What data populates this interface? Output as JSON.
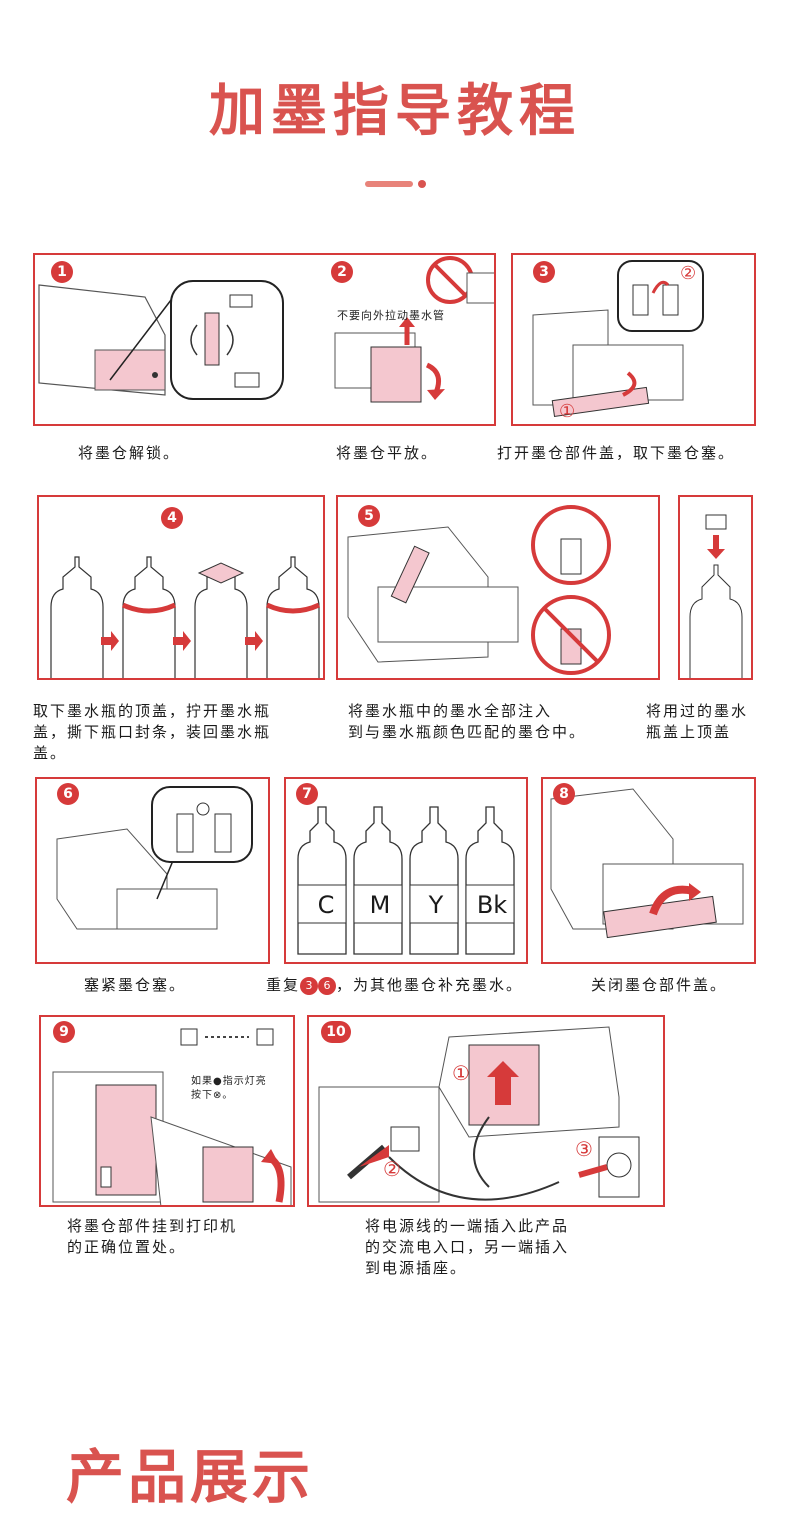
{
  "page": {
    "title": "加墨指导教程",
    "bottom_title": "产品展示"
  },
  "colors": {
    "accent": "#d63a3a",
    "title": "#d9534f",
    "pink_fill": "#f4c7cf"
  },
  "steps": [
    {
      "number": "1",
      "caption": "将墨仓解锁。"
    },
    {
      "number": "2",
      "caption": "将墨仓平放。",
      "note": "不要向外拉动墨水管"
    },
    {
      "number": "3",
      "caption": "打开墨仓部件盖，取下墨仓塞。"
    },
    {
      "number": "4",
      "caption": "取下墨水瓶的顶盖，拧开墨水瓶\n盖，撕下瓶口封条，装回墨水瓶\n盖。"
    },
    {
      "number": "5",
      "caption": "将墨水瓶中的墨水全部注入\n到与墨水瓶颜色匹配的墨仓中。"
    },
    {
      "number": "",
      "caption": "将用过的墨水\n瓶盖上顶盖"
    },
    {
      "number": "6",
      "caption": "塞紧墨仓塞。"
    },
    {
      "number": "7",
      "caption_prefix": "重复",
      "ref_a": "3",
      "ref_b": "6",
      "caption_suffix": "，为其他墨仓补充墨水。"
    },
    {
      "number": "8",
      "caption": "关闭墨仓部件盖。"
    },
    {
      "number": "9",
      "caption": "将墨仓部件挂到打印机\n的正确位置处。",
      "note": "如果●指示灯亮\n按下⊗。"
    },
    {
      "number": "10",
      "caption": "将电源线的一端插入此产品\n的交流电入口，另一端插入\n到电源插座。"
    }
  ],
  "markers": {
    "one": "①",
    "two": "②",
    "three": "③"
  },
  "ink_bottles": [
    "C",
    "M",
    "Y",
    "Bk"
  ],
  "icons": [
    "unlock-arrow-icon",
    "no-pull-icon",
    "bottle-ok-icon",
    "bottle-no-icon",
    "plug-icon",
    "outlet-icon"
  ]
}
